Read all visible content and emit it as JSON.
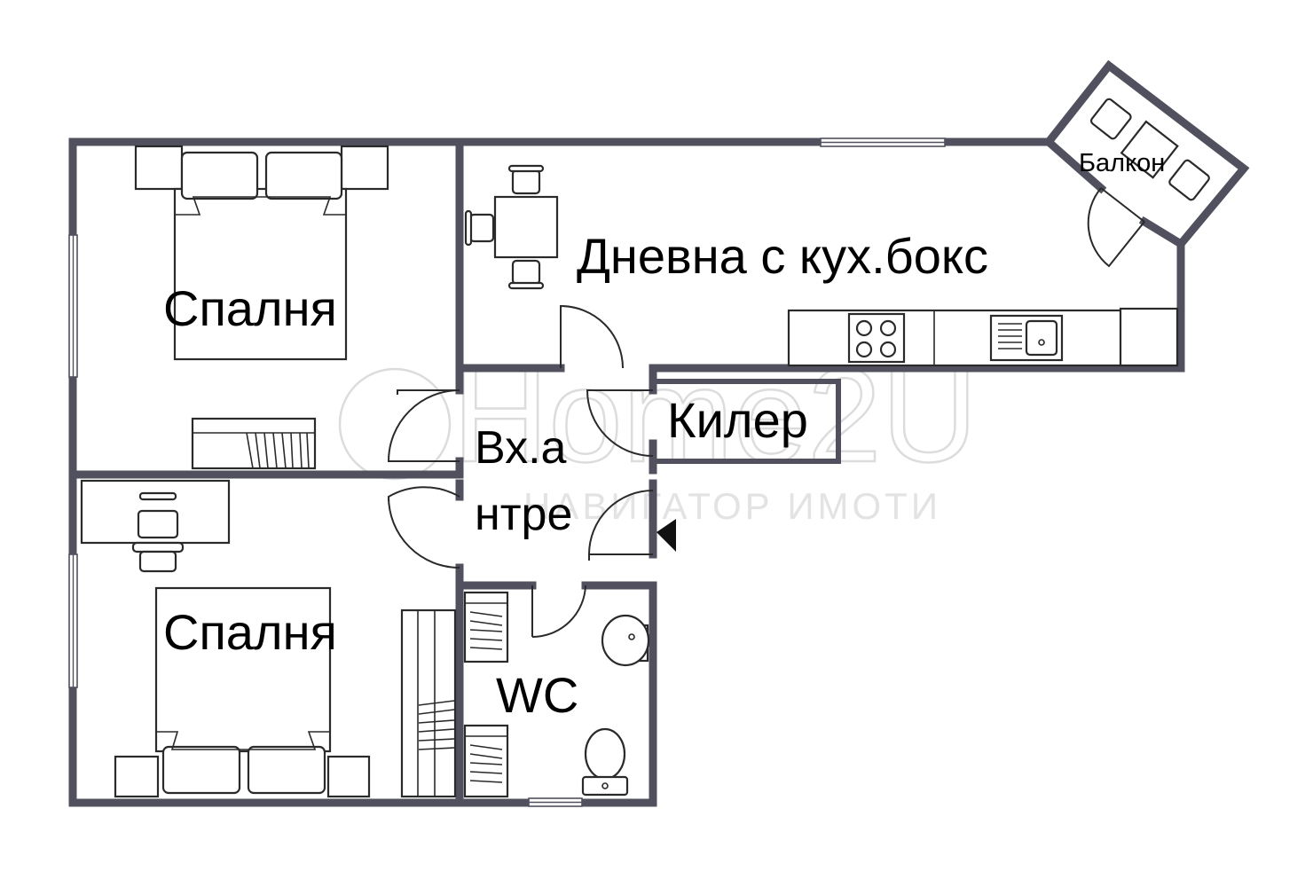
{
  "rooms": {
    "bedroom_top": "Спалня",
    "living": "Дневна с кух.бокс",
    "balcony": "Балкон",
    "pantry": "Килер",
    "hall_line1": "Вх.а",
    "hall_line2": "нтре",
    "bedroom_bottom": "Спалня",
    "wc": "WC"
  },
  "watermark": {
    "brand": "Home2U",
    "tagline": "НАВИГАТОР ИМОТИ"
  },
  "colors": {
    "wall": "#50505f",
    "furniture_stroke": "#2a2a2a",
    "watermark": "#dcdcdc"
  }
}
